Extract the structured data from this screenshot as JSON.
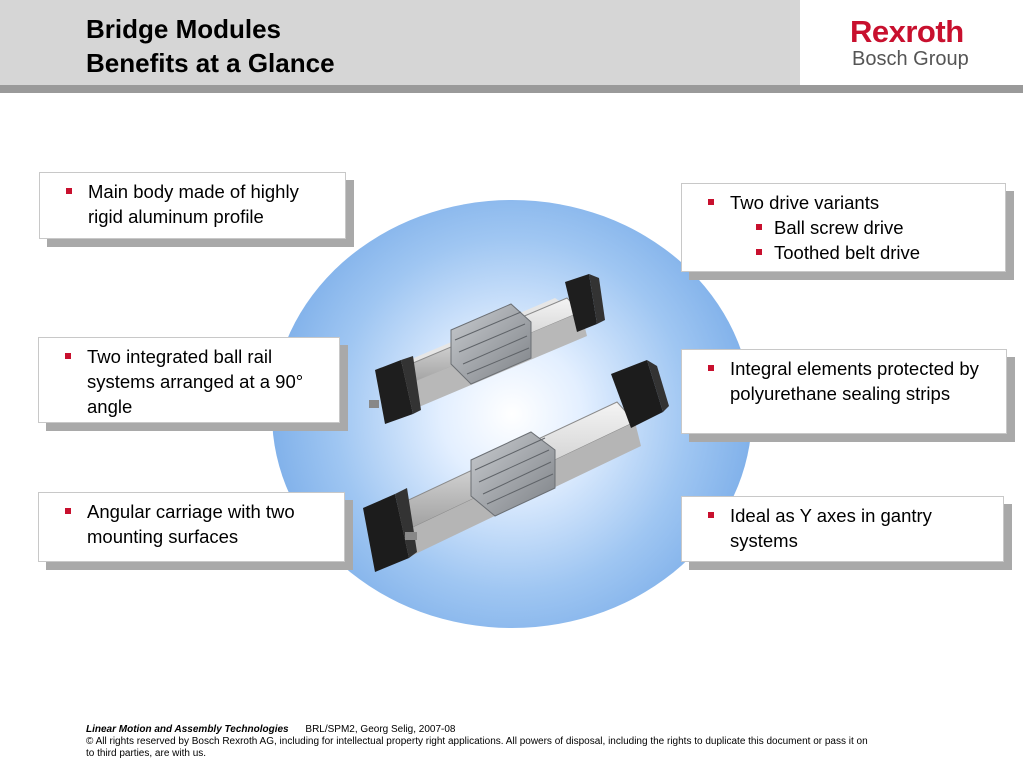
{
  "header": {
    "title_line1": "Bridge Modules",
    "title_line2": "Benefits at a Glance"
  },
  "logo": {
    "brand": "Rexroth",
    "group": "Bosch Group"
  },
  "callouts": {
    "left_top": "Main body made of highly rigid aluminum profile",
    "left_middle": "Two integrated ball rail systems arranged at a 90° angle",
    "left_bottom": "Angular carriage with two mounting surfaces",
    "right_top": {
      "main": "Two drive variants",
      "sub": [
        "Ball screw drive",
        "Toothed belt drive"
      ]
    },
    "right_middle": "Integral elements protected by polyurethane sealing strips",
    "right_bottom": "Ideal as Y axes in gantry systems"
  },
  "footer": {
    "company_line": "Linear Motion and Assembly Technologies",
    "reference": "BRL/SPM2, Georg Selig, 2007-08",
    "copyright": "© All rights reserved by Bosch Rexroth AG, including for intellectual property right applications. All powers of disposal, including the rights to duplicate this document or pass it on to third parties, are with us."
  },
  "colors": {
    "accent": "#c8102e",
    "header_bg": "#d6d6d6",
    "rule": "#9a9a9a",
    "circle": "#5b97e0"
  }
}
